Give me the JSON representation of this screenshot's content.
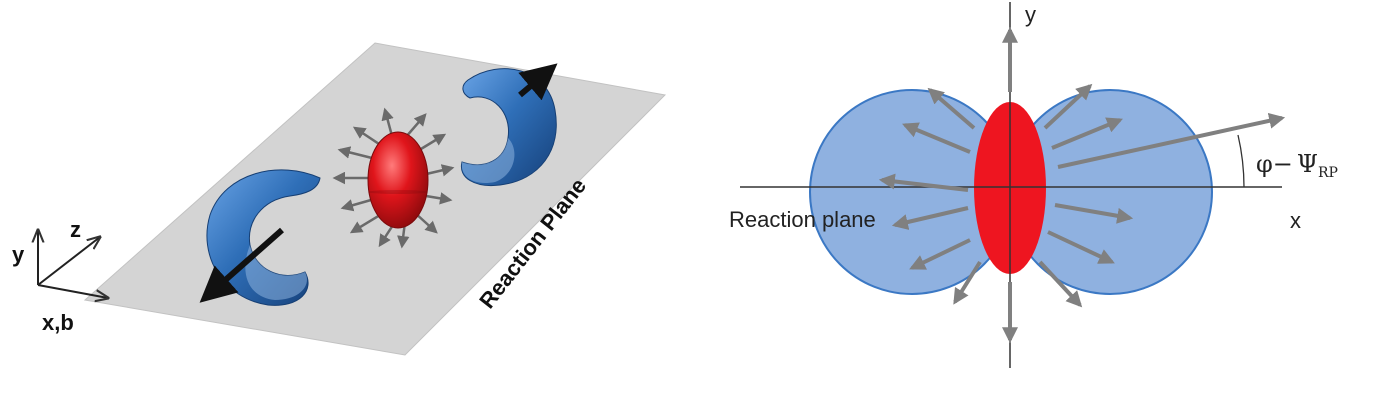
{
  "left_panel": {
    "plane_label": "Reaction Plane",
    "axis_y": "y",
    "axis_z": "z",
    "axis_xb": "x,b"
  },
  "right_panel": {
    "axis_y": "y",
    "axis_x": "x",
    "plane_label": "Reaction plane",
    "angle_phi": "φ−",
    "angle_psi": "Ψ",
    "angle_sub": "RP"
  },
  "colors": {
    "spectator_blue": "#2f6fb8",
    "fireball_red": "#e0151b",
    "lobe_fill": "#8fb1e0",
    "arrow_gray": "#808080",
    "plane_gray": "#d4d4d4"
  }
}
